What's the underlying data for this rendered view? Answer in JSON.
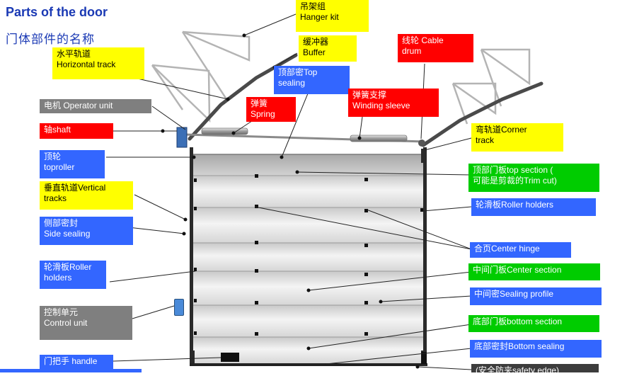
{
  "title": "Parts of the door",
  "subtitle": "门体部件的名称",
  "labels": [
    {
      "id": "hanger-kit",
      "lines": [
        "吊架组",
        "Hanger kit"
      ],
      "color": "yellow"
    },
    {
      "id": "buffer",
      "lines": [
        "缓冲器",
        "Buffer"
      ],
      "color": "yellow"
    },
    {
      "id": "cable-drum",
      "lines": [
        "线轮 Cable",
        "drum"
      ],
      "color": "red"
    },
    {
      "id": "horizontal-track",
      "lines": [
        "水平轨道",
        "Horizontal track"
      ],
      "color": "yellow"
    },
    {
      "id": "top-sealing",
      "lines": [
        "顶部密Top",
        "sealing"
      ],
      "color": "blue"
    },
    {
      "id": "spring",
      "lines": [
        "弹簧",
        "Spring"
      ],
      "color": "red"
    },
    {
      "id": "winding-sleeve",
      "lines": [
        "弹簧支撑",
        "Winding sleeve"
      ],
      "color": "red"
    },
    {
      "id": "operator-unit",
      "lines": [
        "电机 Operator unit"
      ],
      "color": "gray"
    },
    {
      "id": "shaft",
      "lines": [
        "轴shaft"
      ],
      "color": "red"
    },
    {
      "id": "corner-track",
      "lines": [
        "弯轨道Corner",
        "track"
      ],
      "color": "yellow"
    },
    {
      "id": "top-roller",
      "lines": [
        "顶轮",
        "toproller"
      ],
      "color": "blue"
    },
    {
      "id": "top-section",
      "lines": [
        "顶部门板top section (",
        "可能是剪裁的Trim cut)"
      ],
      "color": "green"
    },
    {
      "id": "vertical-tracks",
      "lines": [
        "垂直轨道Vertical",
        "tracks"
      ],
      "color": "yellow"
    },
    {
      "id": "roller-holders-right",
      "lines": [
        "轮滑板Roller holders"
      ],
      "color": "blue"
    },
    {
      "id": "side-sealing",
      "lines": [
        "侧部密封",
        "Side sealing"
      ],
      "color": "blue"
    },
    {
      "id": "center-hinge",
      "lines": [
        "合页Center hinge"
      ],
      "color": "blue"
    },
    {
      "id": "roller-holders-left",
      "lines": [
        "轮滑板Roller",
        "holders"
      ],
      "color": "blue"
    },
    {
      "id": "center-section",
      "lines": [
        "中间门板Center section"
      ],
      "color": "green"
    },
    {
      "id": "sealing-profile",
      "lines": [
        "中间密Sealing profile"
      ],
      "color": "blue"
    },
    {
      "id": "control-unit",
      "lines": [
        "控制单元",
        "Control unit"
      ],
      "color": "gray"
    },
    {
      "id": "bottom-section",
      "lines": [
        "底部门板bottom section"
      ],
      "color": "green"
    },
    {
      "id": "bottom-sealing",
      "lines": [
        "底部密封Bottom sealing"
      ],
      "color": "blue"
    },
    {
      "id": "handle",
      "lines": [
        "门把手 handle"
      ],
      "color": "blue"
    },
    {
      "id": "safety-edge",
      "lines": [
        "(安全防夹safety edge)"
      ],
      "color": "dark"
    }
  ],
  "colors": {
    "yellow": "#ffff00",
    "blue": "#3366ff",
    "red": "#ff0000",
    "green": "#00cc00",
    "gray": "#7f7f7f",
    "dark": "#3c3c3c",
    "title": "#1a39b4"
  }
}
